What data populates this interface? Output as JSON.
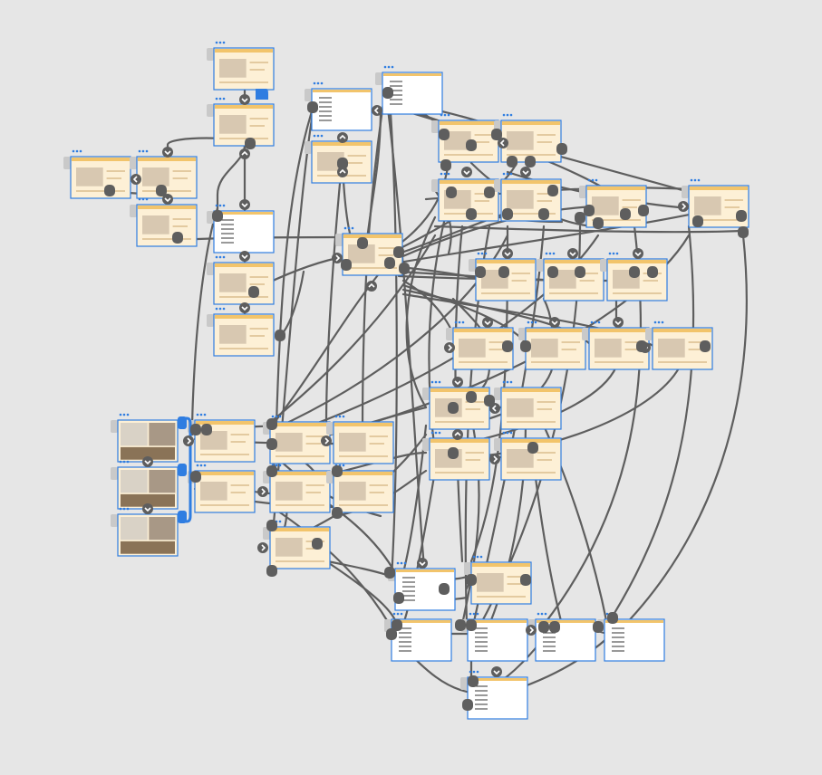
{
  "diagram": {
    "type": "prototype-flow-map",
    "node_styles": {
      "screen": "yellow-ui",
      "photo": "photo-ui",
      "list": "white-list"
    },
    "colors": {
      "background": "#e6e6e6",
      "connector": "#5e5e5e",
      "selection": "#2f7de1",
      "screen_fill": "#fdf0d6",
      "accent": "#f2c46b"
    },
    "icons": [
      "chevron-down-icon",
      "chevron-left-icon",
      "chevron-right-icon",
      "chevron-up-icon",
      "more-dots-icon"
    ]
  }
}
